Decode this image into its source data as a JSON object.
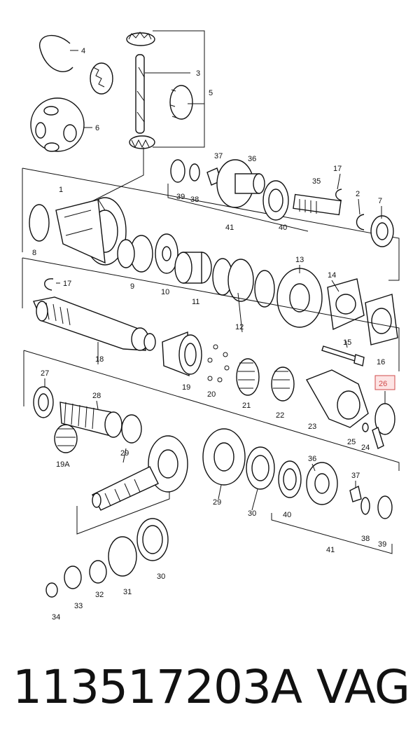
{
  "diagram": {
    "callouts": [
      {
        "id": "c4",
        "text": "4"
      },
      {
        "id": "c3",
        "text": "3"
      },
      {
        "id": "c5",
        "text": "5"
      },
      {
        "id": "c6",
        "text": "6"
      },
      {
        "id": "c37a",
        "text": "37"
      },
      {
        "id": "c36a",
        "text": "36"
      },
      {
        "id": "c17a",
        "text": "17"
      },
      {
        "id": "c1",
        "text": "1"
      },
      {
        "id": "c35",
        "text": "35"
      },
      {
        "id": "c2",
        "text": "2"
      },
      {
        "id": "c7",
        "text": "7"
      },
      {
        "id": "c39a",
        "text": "39"
      },
      {
        "id": "c38a",
        "text": "38"
      },
      {
        "id": "c41a",
        "text": "41"
      },
      {
        "id": "c40a",
        "text": "40"
      },
      {
        "id": "c8",
        "text": "8"
      },
      {
        "id": "c13",
        "text": "13"
      },
      {
        "id": "c9",
        "text": "9"
      },
      {
        "id": "c10",
        "text": "10"
      },
      {
        "id": "c11",
        "text": "11"
      },
      {
        "id": "c17b",
        "text": "17"
      },
      {
        "id": "c14",
        "text": "14"
      },
      {
        "id": "c12",
        "text": "12"
      },
      {
        "id": "c15",
        "text": "15"
      },
      {
        "id": "c18",
        "text": "18"
      },
      {
        "id": "c16",
        "text": "16"
      },
      {
        "id": "c19",
        "text": "19"
      },
      {
        "id": "c20",
        "text": "20"
      },
      {
        "id": "c27",
        "text": "27"
      },
      {
        "id": "c26",
        "text": "26"
      },
      {
        "id": "c21",
        "text": "21"
      },
      {
        "id": "c22",
        "text": "22"
      },
      {
        "id": "c28",
        "text": "28"
      },
      {
        "id": "c23",
        "text": "23"
      },
      {
        "id": "c25",
        "text": "25"
      },
      {
        "id": "c24",
        "text": "24"
      },
      {
        "id": "c19A",
        "text": "19A"
      },
      {
        "id": "c29a",
        "text": "29"
      },
      {
        "id": "c36b",
        "text": "36"
      },
      {
        "id": "c37b",
        "text": "37"
      },
      {
        "id": "c29b",
        "text": "29"
      },
      {
        "id": "c30a",
        "text": "30"
      },
      {
        "id": "c40b",
        "text": "40"
      },
      {
        "id": "c38b",
        "text": "38"
      },
      {
        "id": "c39b",
        "text": "39"
      },
      {
        "id": "c41b",
        "text": "41"
      },
      {
        "id": "c30b",
        "text": "30"
      },
      {
        "id": "c31",
        "text": "31"
      },
      {
        "id": "c32",
        "text": "32"
      },
      {
        "id": "c33",
        "text": "33"
      },
      {
        "id": "c34",
        "text": "34"
      }
    ],
    "highlight": {
      "text": "26",
      "color": "#d04a4a"
    }
  },
  "footer": {
    "part_number": "113517203A",
    "brand": "VAG"
  }
}
